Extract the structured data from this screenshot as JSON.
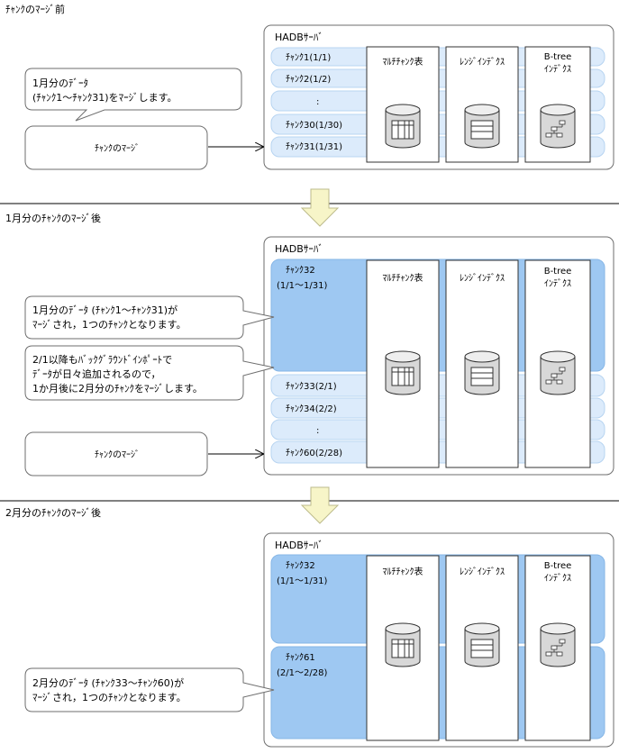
{
  "sections": {
    "before_title": "ﾁｬﾝｸのﾏｰｼﾞ前",
    "after_jan_title": "1月分のﾁｬﾝｸのﾏｰｼﾞ後",
    "after_feb_title": "2月分のﾁｬﾝｸのﾏｰｼﾞ後"
  },
  "server_label": "HADBｻｰﾊﾞ",
  "columns": {
    "multi_table": "ﾏﾙﾁﾁｬﾝｸ表",
    "range_index": "ﾚﾝｼﾞｲﾝﾃﾞｸｽ",
    "btree_line1": "B-tree",
    "btree_line2": "ｲﾝﾃﾞｸｽ"
  },
  "panel1": {
    "chunks": [
      "ﾁｬﾝｸ1(1/1)",
      "ﾁｬﾝｸ2(1/2)",
      ":",
      "ﾁｬﾝｸ30(1/30)",
      "ﾁｬﾝｸ31(1/31)"
    ],
    "callout_line1": "1月分のﾃﾞｰﾀ",
    "callout_line2": "(ﾁｬﾝｸ1～ﾁｬﾝｸ31)をﾏｰｼﾞします。",
    "action_label": "ﾁｬﾝｸのﾏｰｼﾞ"
  },
  "panel2": {
    "merged_line1": "ﾁｬﾝｸ32",
    "merged_line2": "(1/1～1/31)",
    "chunks": [
      "ﾁｬﾝｸ33(2/1)",
      "ﾁｬﾝｸ34(2/2)",
      ":",
      "ﾁｬﾝｸ60(2/28)"
    ],
    "callout1_line1": "1月分のﾃﾞｰﾀ (ﾁｬﾝｸ1～ﾁｬﾝｸ31)が",
    "callout1_line2": "ﾏｰｼﾞされ，1つのﾁｬﾝｸとなります。",
    "callout2_line1": "2/1以降もﾊﾞｯｸｸﾞﾗｳﾝﾄﾞｲﾝﾎﾟｰﾄで",
    "callout2_line2": "ﾃﾞｰﾀが日々追加されるので，",
    "callout2_line3": "1か月後に2月分のﾁｬﾝｸをﾏｰｼﾞします。",
    "action_label": "ﾁｬﾝｸのﾏｰｼﾞ"
  },
  "panel3": {
    "merged1_line1": "ﾁｬﾝｸ32",
    "merged1_line2": "(1/1～1/31)",
    "merged2_line1": "ﾁｬﾝｸ61",
    "merged2_line2": "(2/1～2/28)",
    "callout_line1": "2月分のﾃﾞｰﾀ (ﾁｬﾝｸ33～ﾁｬﾝｸ60)が",
    "callout_line2": "ﾏｰｼﾞされ，1つのﾁｬﾝｸとなります。"
  },
  "colors": {
    "chunk_light": "#dcebfb",
    "chunk_strong": "#9ec8f2",
    "arrow_fill": "#f7f5c8",
    "border": "#6e6e6e"
  }
}
